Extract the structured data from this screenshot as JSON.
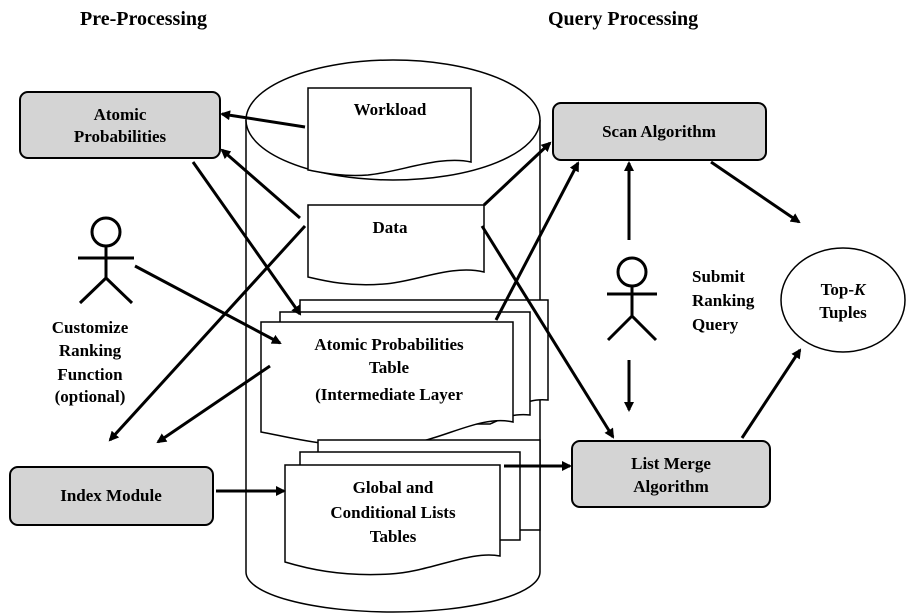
{
  "headers": {
    "left": "Pre-Processing",
    "right": "Query Processing"
  },
  "boxes": {
    "atomic_probabilities": [
      "Atomic",
      "Probabilities"
    ],
    "scan_algorithm": "Scan Algorithm",
    "index_module": "Index Module",
    "list_merge": [
      "List Merge",
      "Algorithm"
    ]
  },
  "documents": {
    "workload": "Workload",
    "data": "Data",
    "atomic_table": [
      "Atomic Probabilities",
      "Table",
      "(Intermediate Layer"
    ],
    "lists_table": [
      "Global and",
      "Conditional Lists",
      "Tables"
    ]
  },
  "actors": {
    "customize": [
      "Customize",
      "Ranking",
      "Function",
      "(optional)"
    ],
    "submit": [
      "Submit",
      "Ranking",
      "Query"
    ]
  },
  "result": {
    "line1_prefix": "Top-",
    "line1_italic": "K",
    "line2": "Tuples"
  }
}
